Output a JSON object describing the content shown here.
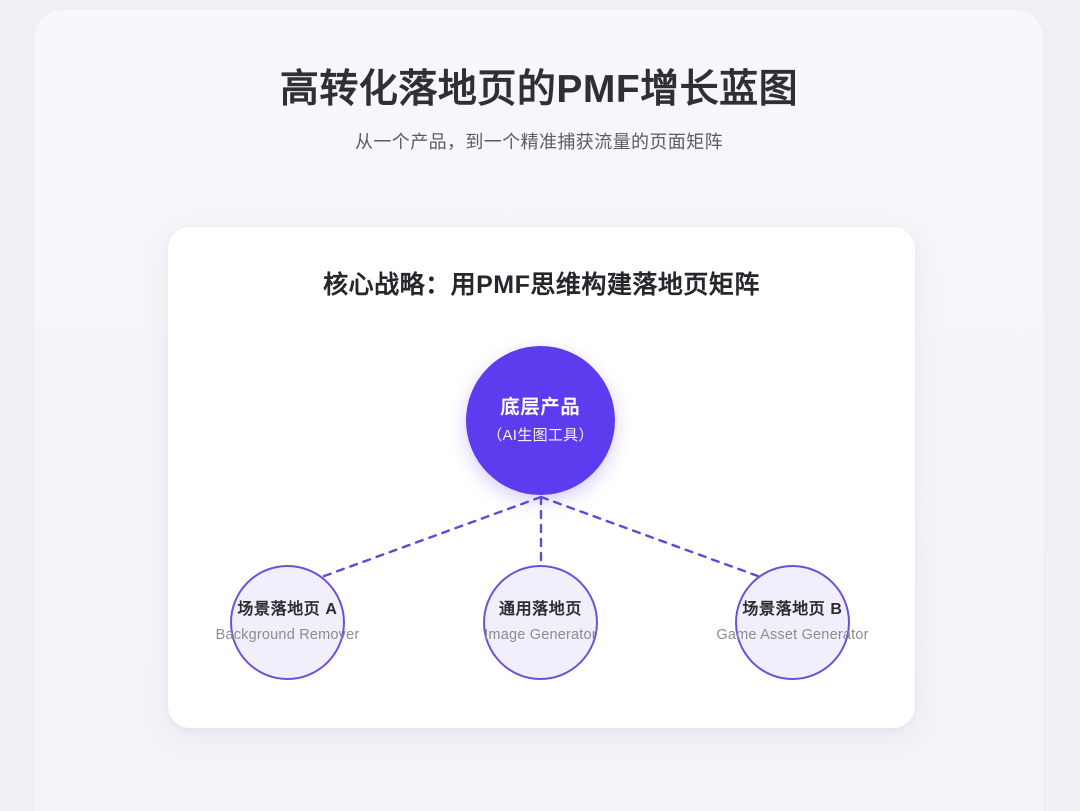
{
  "header": {
    "title": "高转化落地页的PMF增长蓝图",
    "subtitle": "从一个产品，到一个精准捕获流量的页面矩阵"
  },
  "card": {
    "title": "核心战略：用PMF思维构建落地页矩阵"
  },
  "diagram": {
    "root": {
      "label_cn": "底层产品",
      "label_en": "（AI生图工具）"
    },
    "children": [
      {
        "label_cn": "场景落地页 A",
        "label_en": "Background Remover"
      },
      {
        "label_cn": "通用落地页",
        "label_en": "Image Generator"
      },
      {
        "label_cn": "场景落地页 B",
        "label_en": "Game Asset Generator"
      }
    ]
  },
  "colors": {
    "page_background": "#eef0f4",
    "panel_background": "#f4f5f9",
    "card_background": "#ffffff",
    "accent_purple": "#5d3bee",
    "node_border": "#6f51d9",
    "node_fill": "#f2effc",
    "edge": "#6248d6",
    "title_text": "#2f3033",
    "subtitle_text": "#5b5d62",
    "leaf_label_text": "#2b2c30",
    "leaf_sub_text": "#8b8c90"
  }
}
